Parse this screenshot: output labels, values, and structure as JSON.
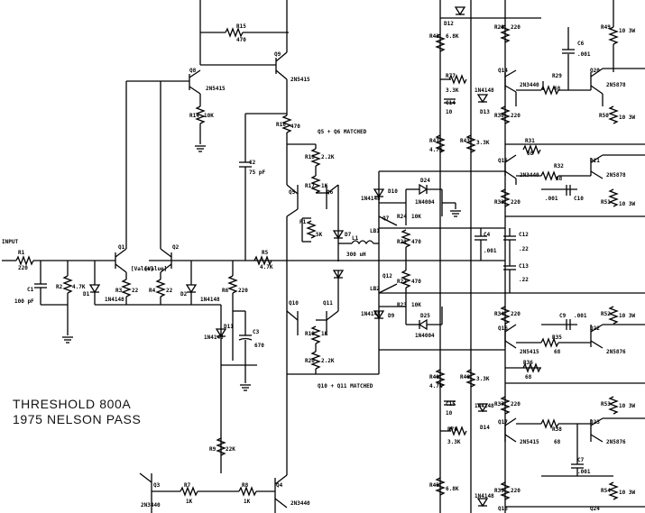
{
  "title_lines": [
    "THRESHOLD 800A",
    "1975  NELSON PASS"
  ],
  "notes": {
    "q5_q6": "Q5 + Q6 MATCHED",
    "q10_q11": "Q10 + Q11 MATCHED"
  },
  "labels": {
    "input": "INPUT",
    "r1": "R1",
    "r1v": "220",
    "c1": "C1",
    "c1v": "100 pF",
    "r2": "R2",
    "r2v": "4.7K",
    "d1": "D1",
    "d1v": "1N4148",
    "q1": "Q1",
    "q1v": "[Value]",
    "r3": "R3",
    "r3v": "22",
    "q2": "Q2",
    "q2v": "[Value]",
    "r4": "R4",
    "r4v": "22",
    "d2": "D2",
    "d2v": "1N4148",
    "r6": "R6",
    "r6v": "220",
    "r5": "R5",
    "r5v": "4.7K",
    "c2": "C2",
    "c2v": "75 pF",
    "q8": "Q8",
    "q8v": "2N5415",
    "q9": "Q9",
    "q9v": "2N5415",
    "r15": "R15",
    "r15v": "470",
    "r14": "R14",
    "r14v": "10K",
    "r16": "R16",
    "r16v": "470",
    "r18": "R18",
    "r18v": "2.2K",
    "r17": "R17",
    "r17v": "1K",
    "q5": "Q5",
    "q6": "Q6",
    "p1": "P1",
    "p1v": "5K",
    "d7": "D7",
    "l1": "L1",
    "l1v": "300 uH",
    "q7": "Q7",
    "lb1": "LB1",
    "q12": "Q12",
    "lb2": "LB2",
    "q10": "Q10",
    "q11": "Q11",
    "r19": "R19",
    "r19v": "1K",
    "r20": "R20",
    "r20v": "2.2K",
    "d11": "D11",
    "d11v": "1N4148",
    "c3": "C3",
    "c3v": "670",
    "r9": "R9",
    "r9v": "22K",
    "q3": "Q3",
    "q3v": "2N3440",
    "r7": "R7",
    "r7v": "1K",
    "r8": "R8",
    "r8v": "1K",
    "q4": "Q4",
    "q4v": "2N3440",
    "d10": "D10",
    "d10v": "1N4148",
    "d24": "D24",
    "d24v": "1N4004",
    "d9": "D9",
    "d9v": "1N4148",
    "d25": "D25",
    "d25v": "1N4004",
    "r21": "R21",
    "r21v": "470",
    "r22": "R22",
    "r22v": "470",
    "r23": "R23",
    "r23v": "10K",
    "r24": "R24",
    "r24v": "10K",
    "c4": "C4",
    "c4v": ".001",
    "c12": "C12",
    "c12v": ".22",
    "c13": "C13",
    "c13v": ".22",
    "r42": "R42",
    "r42v": "6.8K",
    "d12": "D12",
    "r28": "R28",
    "r28v": "220",
    "r49": "R49",
    "r49v": "10 3W",
    "r77": "R77",
    "r77v": "3.3K",
    "q14": "Q14",
    "q14v": "2N3440",
    "r29": "R29",
    "r29v": "68",
    "q20": "Q20",
    "q20v": "2N5878",
    "c6": "C6",
    "c6v": ".001",
    "c14": "C14",
    "c14v": "10",
    "d13": "D13",
    "d13v": "1N4148",
    "r30": "R30",
    "r30v": "220",
    "r50": "R50",
    "r50v": "10 3W",
    "r47": "R47",
    "r47v": "4.7K",
    "r43": "R43",
    "r43v": "3.3K",
    "r31": "R31",
    "r31v": "68",
    "q15": "Q15",
    "q15v": "2N3440",
    "r32": "R32",
    "r32v": "68",
    "q21": "Q21",
    "q21v": "2N5878",
    "c10": "C10",
    "c10v": ".001",
    "r33": "R33",
    "r33v": "220",
    "r51": "R51",
    "r51v": "10 3W",
    "r34": "R34",
    "r34v": "220",
    "c9": "C9",
    "c9v": ".001",
    "r52": "R52",
    "r52v": "10 3W",
    "q16": "Q16",
    "q16v": "2N5415",
    "r35": "R35",
    "r35v": "68",
    "q22": "Q22",
    "q22v": "2N5876",
    "r36": "R36",
    "r36v": "68",
    "r48": "R48",
    "r48v": "4.7K",
    "r46": "R46",
    "r46v": "3.3K",
    "c15": "C15",
    "c15v": "10",
    "d14": "D14",
    "d14v": "1N4148",
    "r37": "R37",
    "r37v": "220",
    "r53": "R53",
    "r53v": "10 3W",
    "r78": "R78",
    "r78v": "3.3K",
    "q17": "Q17",
    "q17v": "2N5415",
    "r38": "R38",
    "r38v": "68",
    "q23": "Q23",
    "q23v": "2N5876",
    "c7": "C7",
    "c7v": ".001",
    "r45": "R45",
    "r45v": "6.8K",
    "r39": "R39",
    "r39v": "220",
    "r54": "R54",
    "r54v": "10 3W",
    "q18": "Q18",
    "q24": "Q24",
    "d15": "1N4148"
  }
}
